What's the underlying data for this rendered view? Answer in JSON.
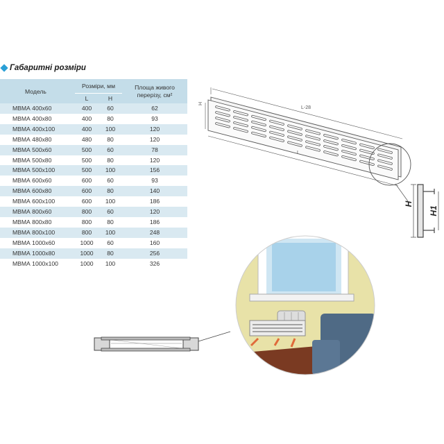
{
  "section_title": "Габаритні розміри",
  "table": {
    "headers": {
      "model": "Модель",
      "sizes": "Розміри, мм",
      "L": "L",
      "H": "H",
      "area": "Площа живого перерізу, см²"
    },
    "rows": [
      {
        "model": "МВМА 400x60",
        "L": "400",
        "H": "60",
        "area": "62"
      },
      {
        "model": "МВМА 400x80",
        "L": "400",
        "H": "80",
        "area": "93"
      },
      {
        "model": "МВМА 400x100",
        "L": "400",
        "H": "100",
        "area": "120"
      },
      {
        "model": "МВМА 480x80",
        "L": "480",
        "H": "80",
        "area": "120"
      },
      {
        "model": "МВМА 500x60",
        "L": "500",
        "H": "60",
        "area": "78"
      },
      {
        "model": "МВМА 500x80",
        "L": "500",
        "H": "80",
        "area": "120"
      },
      {
        "model": "МВМА 500x100",
        "L": "500",
        "H": "100",
        "area": "156"
      },
      {
        "model": "МВМА 600x60",
        "L": "600",
        "H": "60",
        "area": "93"
      },
      {
        "model": "МВМА 600x80",
        "L": "600",
        "H": "80",
        "area": "140"
      },
      {
        "model": "МВМА 600x100",
        "L": "600",
        "H": "100",
        "area": "186"
      },
      {
        "model": "МВМА 800x60",
        "L": "800",
        "H": "60",
        "area": "120"
      },
      {
        "model": "МВМА 800x80",
        "L": "800",
        "H": "80",
        "area": "186"
      },
      {
        "model": "МВМА 800x100",
        "L": "800",
        "H": "100",
        "area": "248"
      },
      {
        "model": "МВМА 1000x60",
        "L": "1000",
        "H": "60",
        "area": "160"
      },
      {
        "model": "МВМА 1000x80",
        "L": "1000",
        "H": "80",
        "area": "256"
      },
      {
        "model": "МВМА 1000x100",
        "L": "1000",
        "H": "100",
        "area": "326"
      }
    ]
  },
  "drawing_labels": {
    "length_inner": "L-28",
    "length": "L",
    "height_small": "H",
    "height": "H",
    "height_flange": "H1"
  },
  "colors": {
    "accent": "#2a9fd6",
    "table_header": "#c4dde9",
    "table_stripe": "#d9e9f1",
    "wall": "#e8e2a8",
    "sofa": "#4f6a85"
  }
}
